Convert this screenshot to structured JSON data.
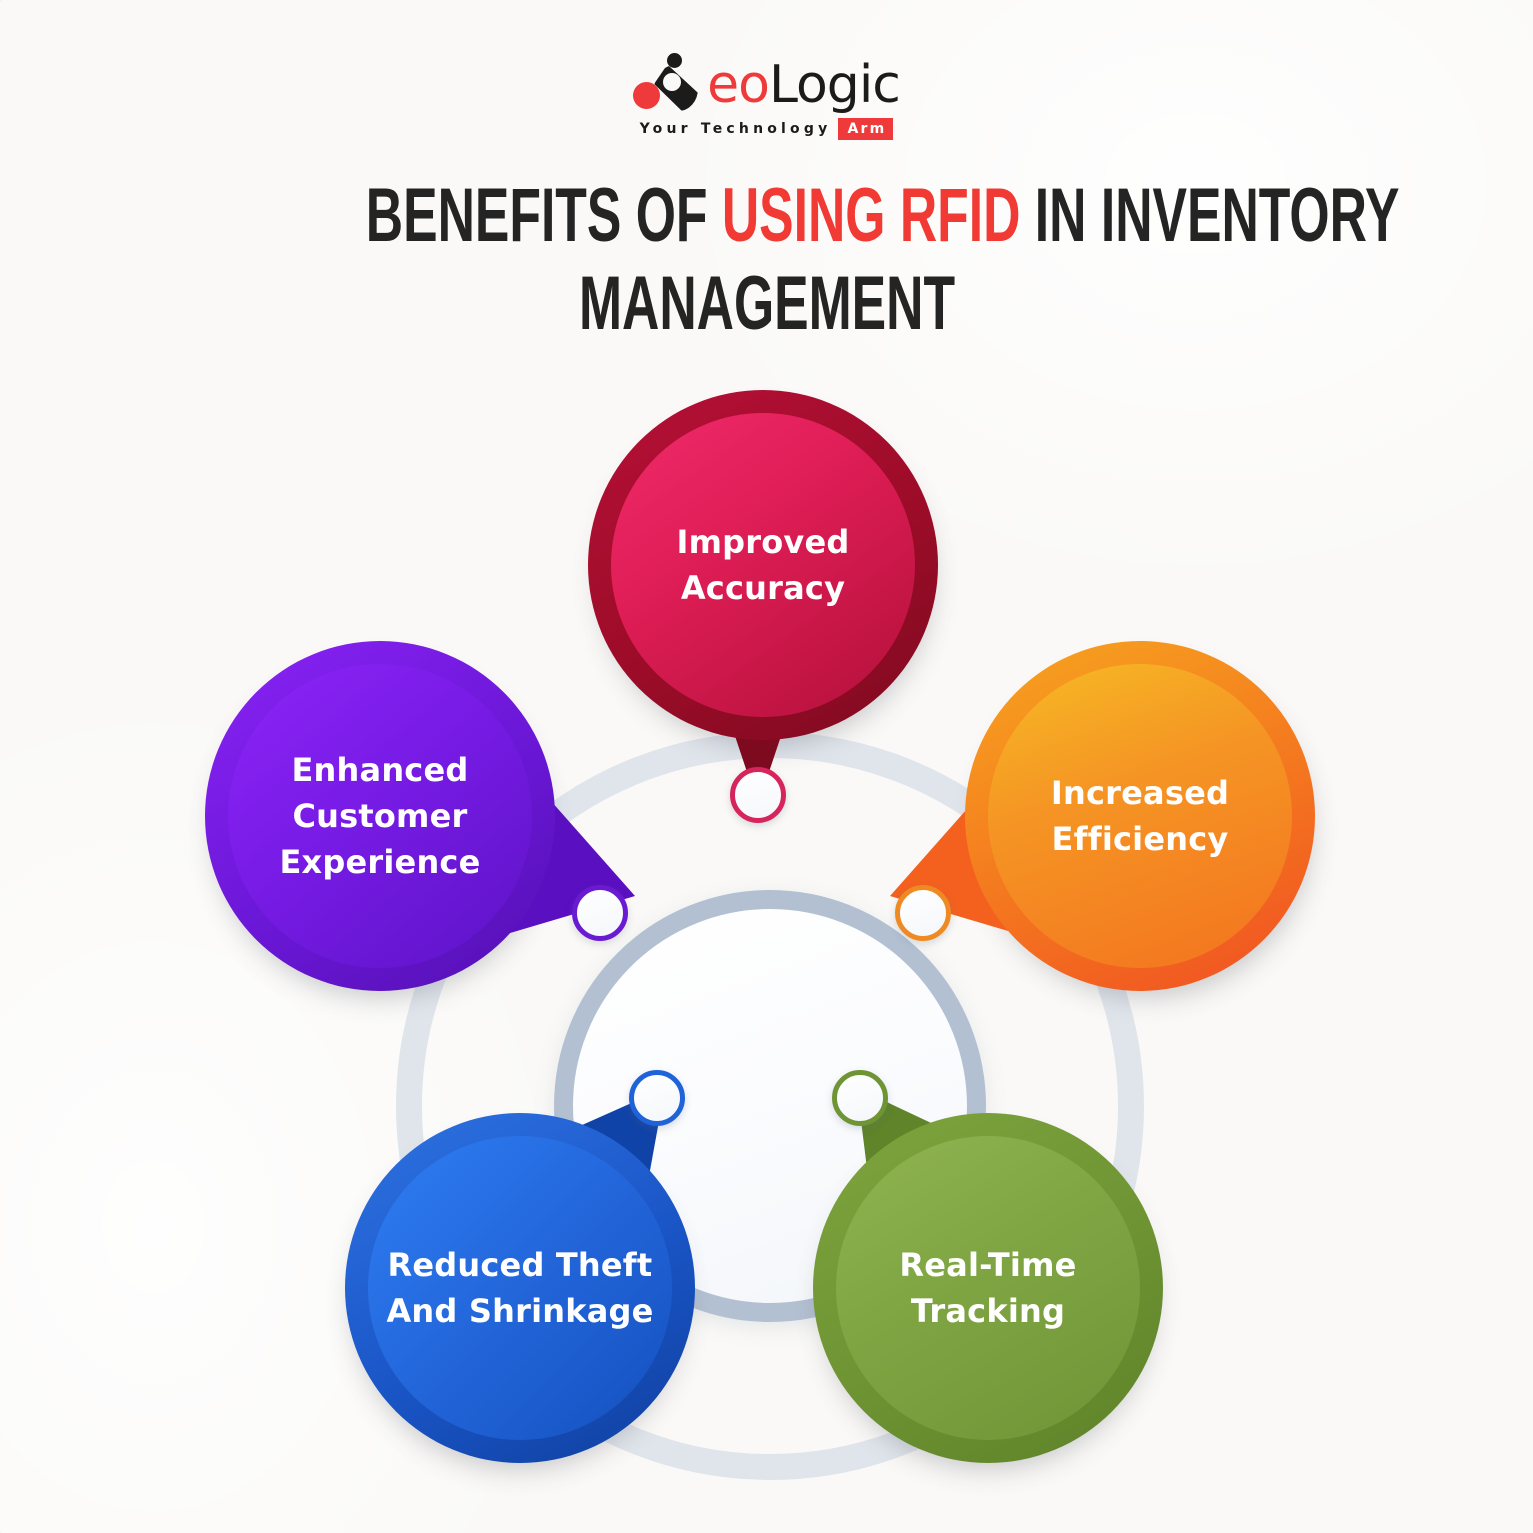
{
  "brand": {
    "name_part_red": "eo",
    "name_part_dark": "Logic",
    "tagline": "Your Technology",
    "tagline_badge": "Arm",
    "accent_red": "#ee3a3a",
    "dark": "#1b1b1b"
  },
  "title": {
    "line1_a": "BENEFITS OF ",
    "line1_accent": "USING RFID",
    "line1_b": " IN INVENTORY",
    "line2": "MANAGEMENT",
    "accent_color": "#f03a33",
    "text_color": "#242424"
  },
  "diagram": {
    "type": "radial-bubble-diagram",
    "center_ring_color": "#b2c0d2",
    "outer_ring_color": "#e0e5ec",
    "background_color": "#faf9f7",
    "node_count": 5,
    "nodes": [
      {
        "id": "improved-accuracy",
        "label": "Improved\nAccuracy",
        "label_line1": "Improved",
        "label_line2": "Accuracy",
        "position": "top",
        "color_outer": "#9c0c28",
        "color_from": "#ef2566",
        "color_to": "#9e0f2e",
        "marker_color": "#d6245c"
      },
      {
        "id": "increased-efficiency",
        "label": "Increased\nEfficiency",
        "label_line1": "Increased",
        "label_line2": "Efficiency",
        "position": "right",
        "color_outer": "#f4611f",
        "color_from": "#f5b321",
        "color_to": "#f26d22",
        "marker_color": "#ef8a22"
      },
      {
        "id": "real-time-tracking",
        "label": "Real-Time\nTracking",
        "label_line1": "Real-Time",
        "label_line2": "Tracking",
        "position": "bottom-right",
        "color_outer": "#5f8429",
        "color_from": "#8bb14a",
        "color_to": "#6f9434",
        "marker_color": "#6f9434"
      },
      {
        "id": "reduced-theft-and-shrinkage",
        "label": "Reduced Theft\nAnd Shrinkage",
        "label_line1": "Reduced Theft",
        "label_line2": "And Shrinkage",
        "position": "bottom-left",
        "color_outer": "#1043a8",
        "color_from": "#2f7df0",
        "color_to": "#1550c4",
        "marker_color": "#1f63d8"
      },
      {
        "id": "enhanced-customer-experience",
        "label": "Enhanced\nCustomer\nExperience",
        "label_line1": "Enhanced",
        "label_line2": "Customer",
        "label_line3": "Experience",
        "position": "left",
        "color_outer": "#5a0fc0",
        "color_from": "#8821f2",
        "color_to": "#5d13c6",
        "marker_color": "#6a1bd1"
      }
    ]
  }
}
